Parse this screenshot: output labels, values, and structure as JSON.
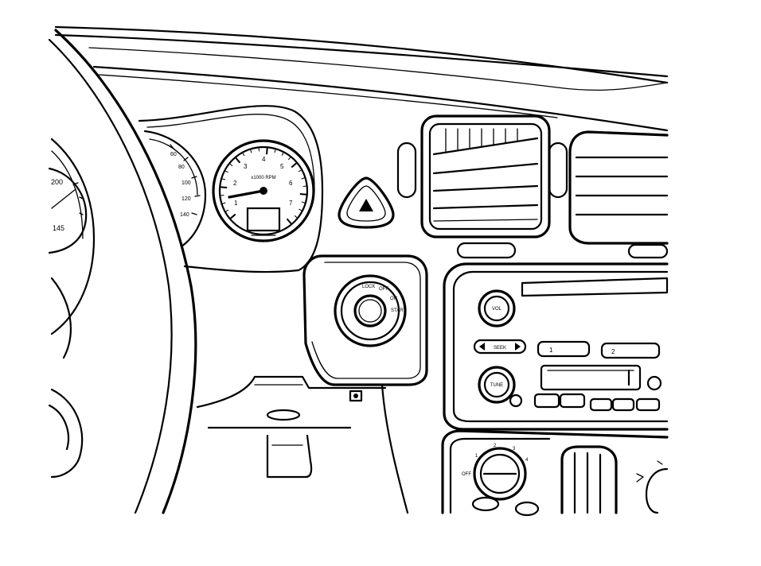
{
  "diagram": {
    "style": "black line art",
    "tachometer": {
      "scale": [
        "1",
        "2",
        "3",
        "4",
        "5",
        "6",
        "7"
      ],
      "center_label": "x1000 RPM"
    },
    "speedometer_partial": {
      "marks": [
        "60",
        "80",
        "100",
        "120",
        "140"
      ]
    },
    "left_gauge_partial": {
      "marks": [
        "200",
        "145"
      ]
    },
    "ignition_switch": {
      "positions": [
        "LOCK",
        "OFF",
        "ON",
        "START"
      ]
    },
    "radio": {
      "vol_knob": "VOL",
      "tune_knob": "TUNE",
      "seek_button": "SEEK",
      "preset_1": "1",
      "preset_2": "2"
    },
    "hvac": {
      "fan_marks": [
        "OFF",
        "1",
        "2",
        "3",
        "4"
      ]
    }
  }
}
